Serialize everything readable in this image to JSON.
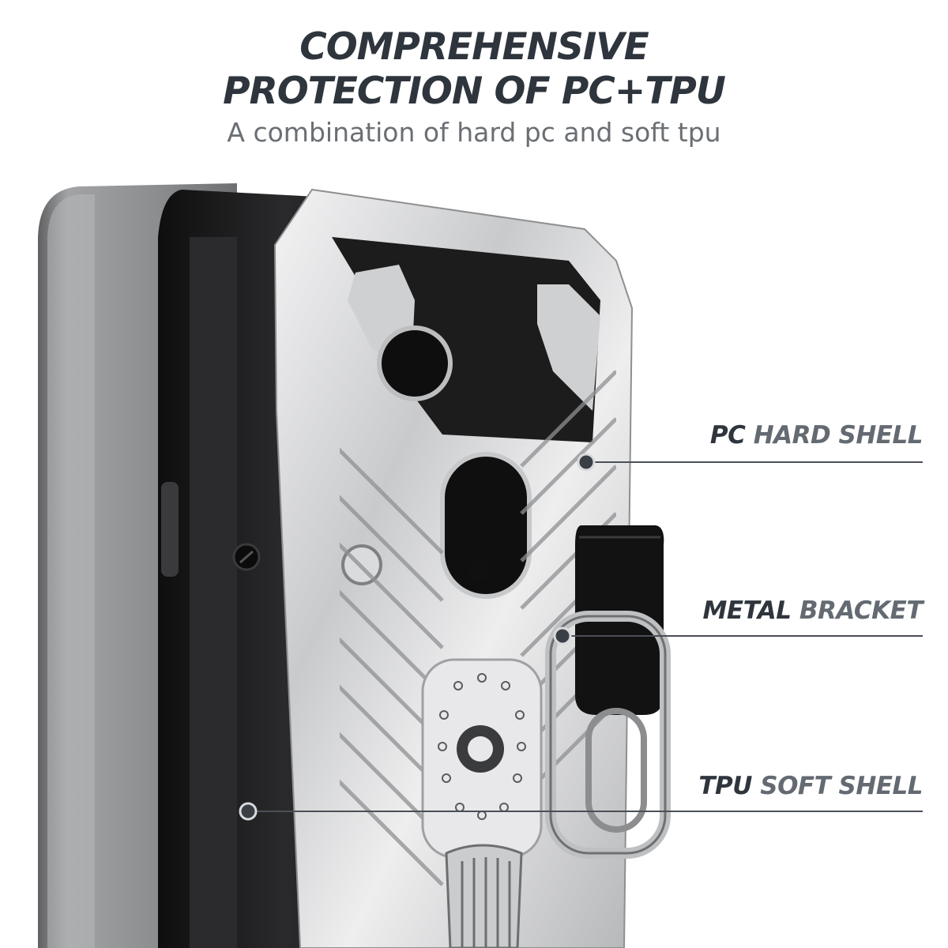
{
  "header": {
    "title_line1": "COMPREHENSIVE",
    "title_line2": "PROTECTION OF PC+TPU",
    "subtitle": "A combination of hard pc and soft tpu"
  },
  "callouts": [
    {
      "strong": "PC",
      "light": "HARD SHELL"
    },
    {
      "strong": "METAL",
      "light": "BRACKET"
    },
    {
      "strong": "TPU",
      "light": "SOFT SHELL"
    }
  ],
  "colors": {
    "title": "#2f353d",
    "subtitle": "#6b6f74",
    "phone_gray": "#8a8b8d",
    "tpu_black": "#1a1a1a",
    "pc_silver": "#d9d9da"
  }
}
